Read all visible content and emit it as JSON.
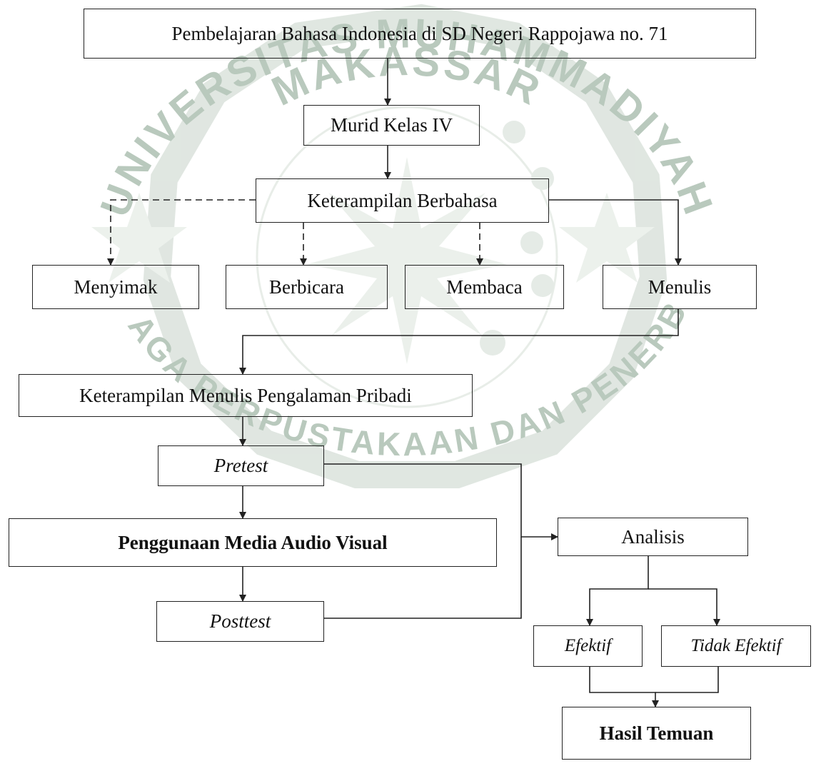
{
  "diagram": {
    "nodes": [
      {
        "id": "title",
        "label": "Pembelajaran Bahasa Indonesia di SD Negeri Rappojawa no. 71",
        "style": "bold"
      },
      {
        "id": "murid",
        "label": "Murid Kelas IV",
        "style": "normal"
      },
      {
        "id": "keterampilan",
        "label": "Keterampilan Berbahasa",
        "style": "normal"
      },
      {
        "id": "menyimak",
        "label": "Menyimak",
        "style": "normal"
      },
      {
        "id": "berbicara",
        "label": "Berbicara",
        "style": "normal"
      },
      {
        "id": "membaca",
        "label": "Membaca",
        "style": "normal"
      },
      {
        "id": "menulis",
        "label": "Menulis",
        "style": "normal"
      },
      {
        "id": "pengalaman",
        "label": "Keterampilan Menulis  Pengalaman Pribadi",
        "style": "normal"
      },
      {
        "id": "pretest",
        "label": "Pretest",
        "style": "italic"
      },
      {
        "id": "media",
        "label": "Penggunaan Media Audio Visual",
        "style": "bold"
      },
      {
        "id": "posttest",
        "label": "Posttest",
        "style": "italic"
      },
      {
        "id": "analisis",
        "label": "Analisis",
        "style": "normal"
      },
      {
        "id": "efektif",
        "label": "Efektif",
        "style": "italic"
      },
      {
        "id": "tidak_efektif",
        "label": "Tidak Efektif",
        "style": "italic"
      },
      {
        "id": "hasil",
        "label": "Hasil Temuan",
        "style": "bold"
      }
    ],
    "edges": [
      {
        "from": "title",
        "to": "murid",
        "line": "solid"
      },
      {
        "from": "murid",
        "to": "keterampilan",
        "line": "solid"
      },
      {
        "from": "keterampilan",
        "to": "menyimak",
        "line": "dashed"
      },
      {
        "from": "keterampilan",
        "to": "berbicara",
        "line": "dashed"
      },
      {
        "from": "keterampilan",
        "to": "membaca",
        "line": "dashed"
      },
      {
        "from": "keterampilan",
        "to": "menulis",
        "line": "solid"
      },
      {
        "from": "menulis",
        "to": "pengalaman",
        "line": "solid"
      },
      {
        "from": "pengalaman",
        "to": "pretest",
        "line": "solid"
      },
      {
        "from": "pretest",
        "to": "media",
        "line": "solid"
      },
      {
        "from": "media",
        "to": "posttest",
        "line": "solid"
      },
      {
        "from": "pretest",
        "to": "analisis",
        "line": "solid"
      },
      {
        "from": "posttest",
        "to": "analisis",
        "line": "solid"
      },
      {
        "from": "analisis",
        "to": "efektif",
        "line": "solid"
      },
      {
        "from": "analisis",
        "to": "tidak_efektif",
        "line": "solid"
      },
      {
        "from": "efektif",
        "to": "hasil",
        "line": "solid"
      },
      {
        "from": "tidak_efektif",
        "to": "hasil",
        "line": "solid"
      }
    ]
  },
  "watermark": {
    "arc_top": "UNIVERSITAS MUHAMMADIYAH",
    "arc_mid": "MAKASSAR",
    "arc_bottom": "LEMBAGA PERPUSTAKAAN DAN PENERBITAN"
  }
}
